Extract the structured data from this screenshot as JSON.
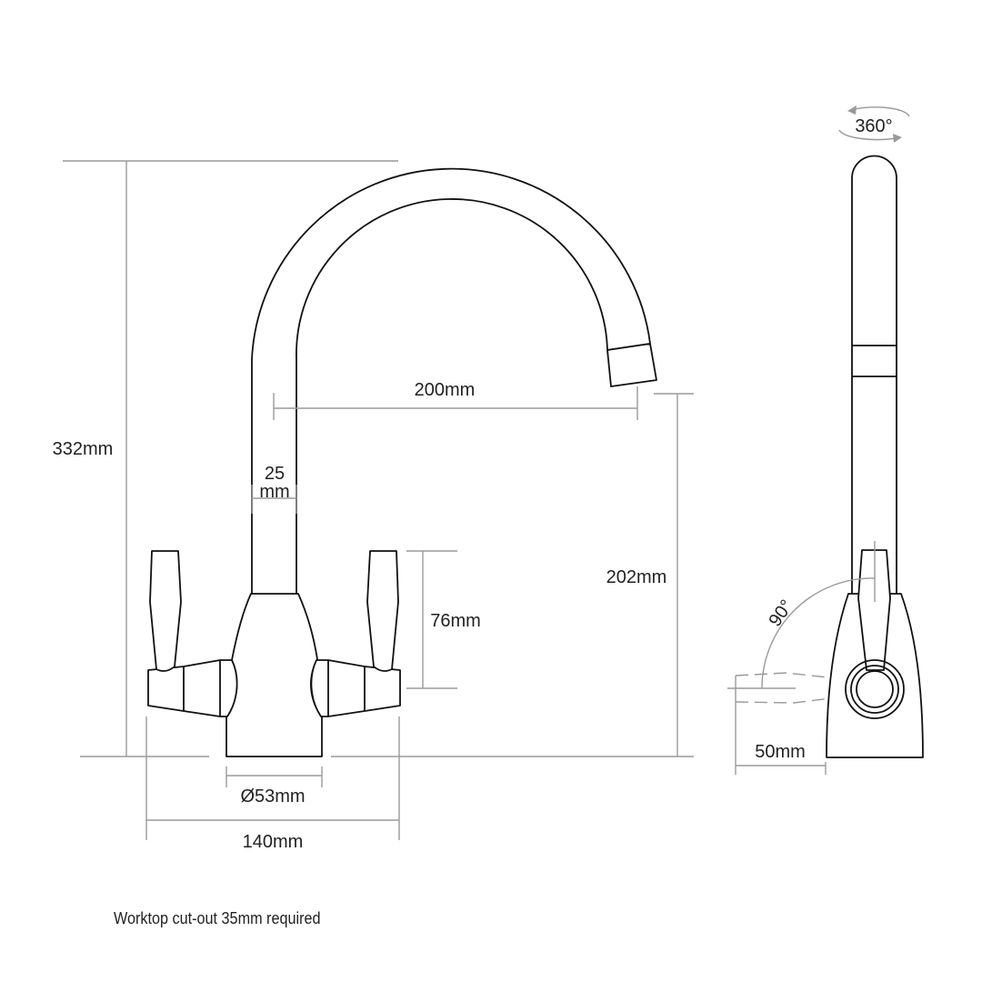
{
  "dimensions": {
    "height_total": "332mm",
    "reach": "200mm",
    "spout_diameter_top": "25",
    "spout_diameter_bottom": "mm",
    "lever_height": "76mm",
    "spout_clearance": "202mm",
    "base_diameter": "Ø53mm",
    "overall_width": "140mm",
    "lever_rotation": "90°",
    "side_depth": "50mm",
    "spout_rotation": "360°"
  },
  "note": "Worktop cut-out 35mm required"
}
